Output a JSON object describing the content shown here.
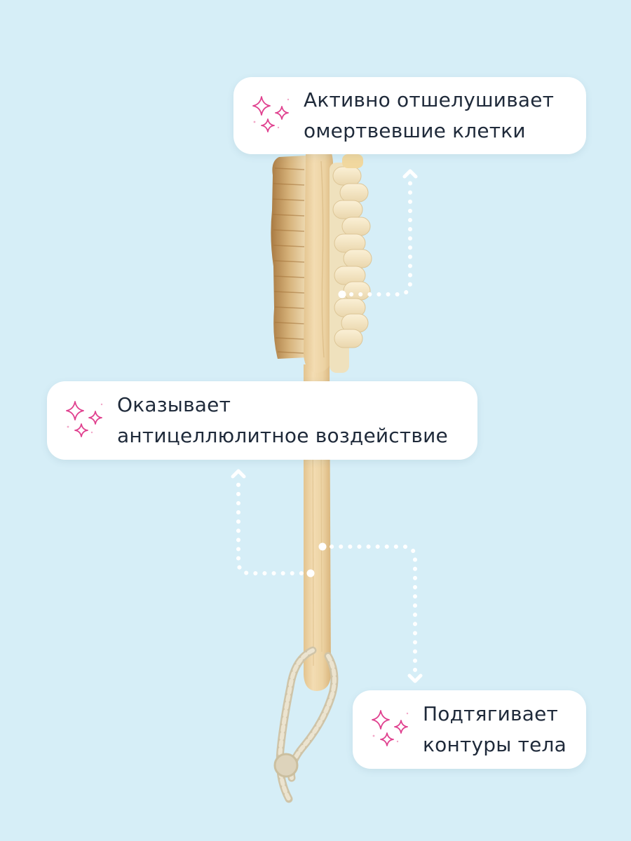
{
  "callouts": {
    "exfoliate": {
      "line1": "Активно отшелушивает",
      "line2": "омертвевшие клетки"
    },
    "anticellulite": {
      "line1": "Оказывает",
      "line2": "антицеллюлитное воздействие"
    },
    "tighten": {
      "line1": "Подтягивает",
      "line2": "контуры тела"
    }
  },
  "icons": {
    "callout_icon": "sparkle-icon",
    "product": "body-brush-illustration"
  },
  "colors": {
    "background": "#d6eef7",
    "card": "#ffffff",
    "text": "#1f2a3a",
    "sparkle": "#e0418f",
    "wood": "#ecd3a6",
    "bristles": "#c49658",
    "massage_nubs": "#f4e6c3",
    "rope": "#e4dcc8",
    "connector_dots": "#ffffff"
  }
}
